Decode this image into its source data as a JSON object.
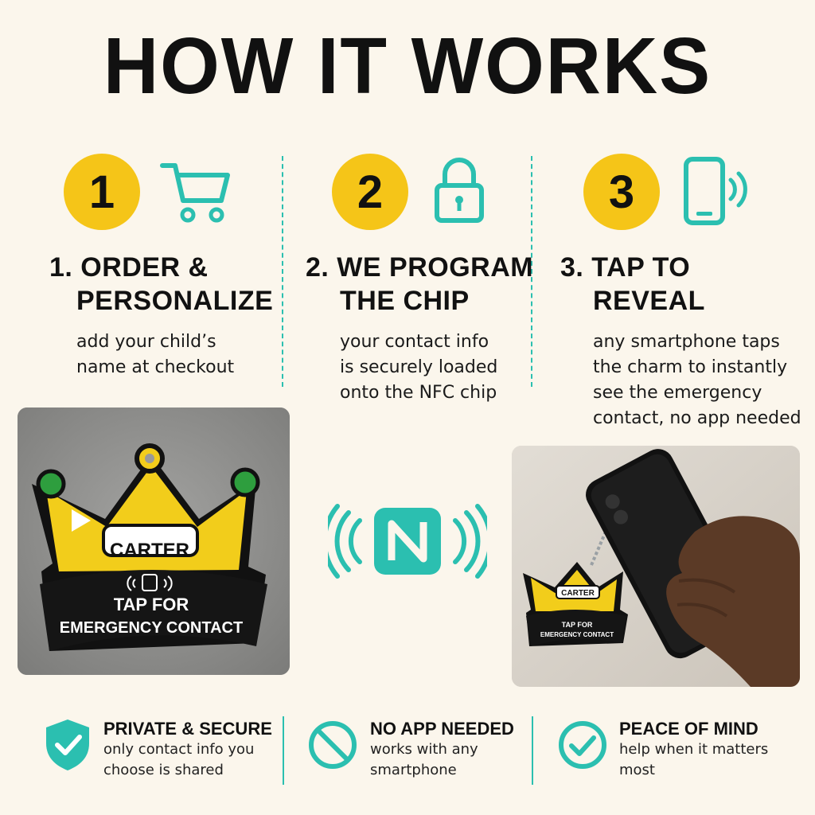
{
  "title": "HOW IT WORKS",
  "colors": {
    "accent": "#2BBFB0",
    "badge": "#F5C518",
    "background": "#FBF6EC"
  },
  "steps": [
    {
      "number": "1",
      "icon": "shopping-cart-icon",
      "heading_line1": "1. ORDER &",
      "heading_line2": "PERSONALIZE",
      "desc_lines": [
        "add your child’s",
        "name at checkout"
      ]
    },
    {
      "number": "2",
      "icon": "padlock-icon",
      "heading_line1": "2. WE PROGRAM",
      "heading_line2": "THE CHIP",
      "desc_lines": [
        "your contact info",
        "is securely loaded",
        "onto the NFC chip"
      ]
    },
    {
      "number": "3",
      "icon": "smartphone-signal-icon",
      "heading_line1": "3. TAP TO",
      "heading_line2": "REVEAL",
      "desc_lines": [
        "any smartphone taps",
        "the charm to instantly",
        "see the emergency",
        "contact, no app needed"
      ]
    }
  ],
  "charm": {
    "name": "CARTER",
    "line1": "TAP FOR",
    "line2": "EMERGENCY CONTACT"
  },
  "features": [
    {
      "icon": "shield-check-icon",
      "title": "PRIVATE & SECURE",
      "desc_lines": [
        "only contact info you",
        "choose is shared"
      ]
    },
    {
      "icon": "no-symbol-icon",
      "title": "NO APP NEEDED",
      "desc_lines": [
        "works with any",
        "smartphone"
      ]
    },
    {
      "icon": "check-circle-icon",
      "title": "PEACE OF MIND",
      "desc_lines": [
        "help when it matters",
        "most"
      ]
    }
  ]
}
